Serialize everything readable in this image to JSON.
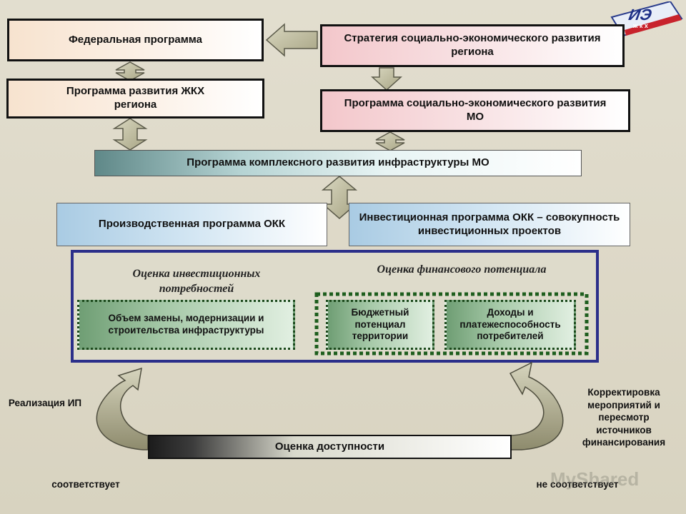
{
  "logo": {
    "text": "ИЭ",
    "subtext": "ж к х"
  },
  "boxes": {
    "federal": "Федеральная программа",
    "strategy": "Стратегия социально-экономического развития региона",
    "housing": "Программа развития ЖКХ региона",
    "mo_program": "Программа социально-экономического развития МО",
    "infrastructure": "Программа комплексного развития инфраструктуры МО",
    "production": "Производственная программа ОКК",
    "investment": "Инвестиционная программа ОКК – совокупность инвестиционных проектов",
    "volume": "Объем замены, модернизации и строительства инфраструктуры",
    "budget": "Бюджетный потенциал территории",
    "income": "Доходы и платежеспособность потребителей",
    "accessibility": "Оценка доступности"
  },
  "headings": {
    "investment_needs": "Оценка инвестиционных потребностей",
    "financial_potential": "Оценка финансового потенциала"
  },
  "side_labels": {
    "implementation": "Реализация ИП",
    "correction": "Корректировка мероприятий и пересмотр источников финансирования",
    "matches": "соответствует",
    "not_matches": "не соответствует"
  },
  "watermark": "MyShared",
  "colors": {
    "arrow_fill": "#b7b494",
    "arrow_stroke": "#5b5a4a",
    "frame_blue": "#2b2f8a",
    "dotted_green": "#1e5e1e"
  }
}
